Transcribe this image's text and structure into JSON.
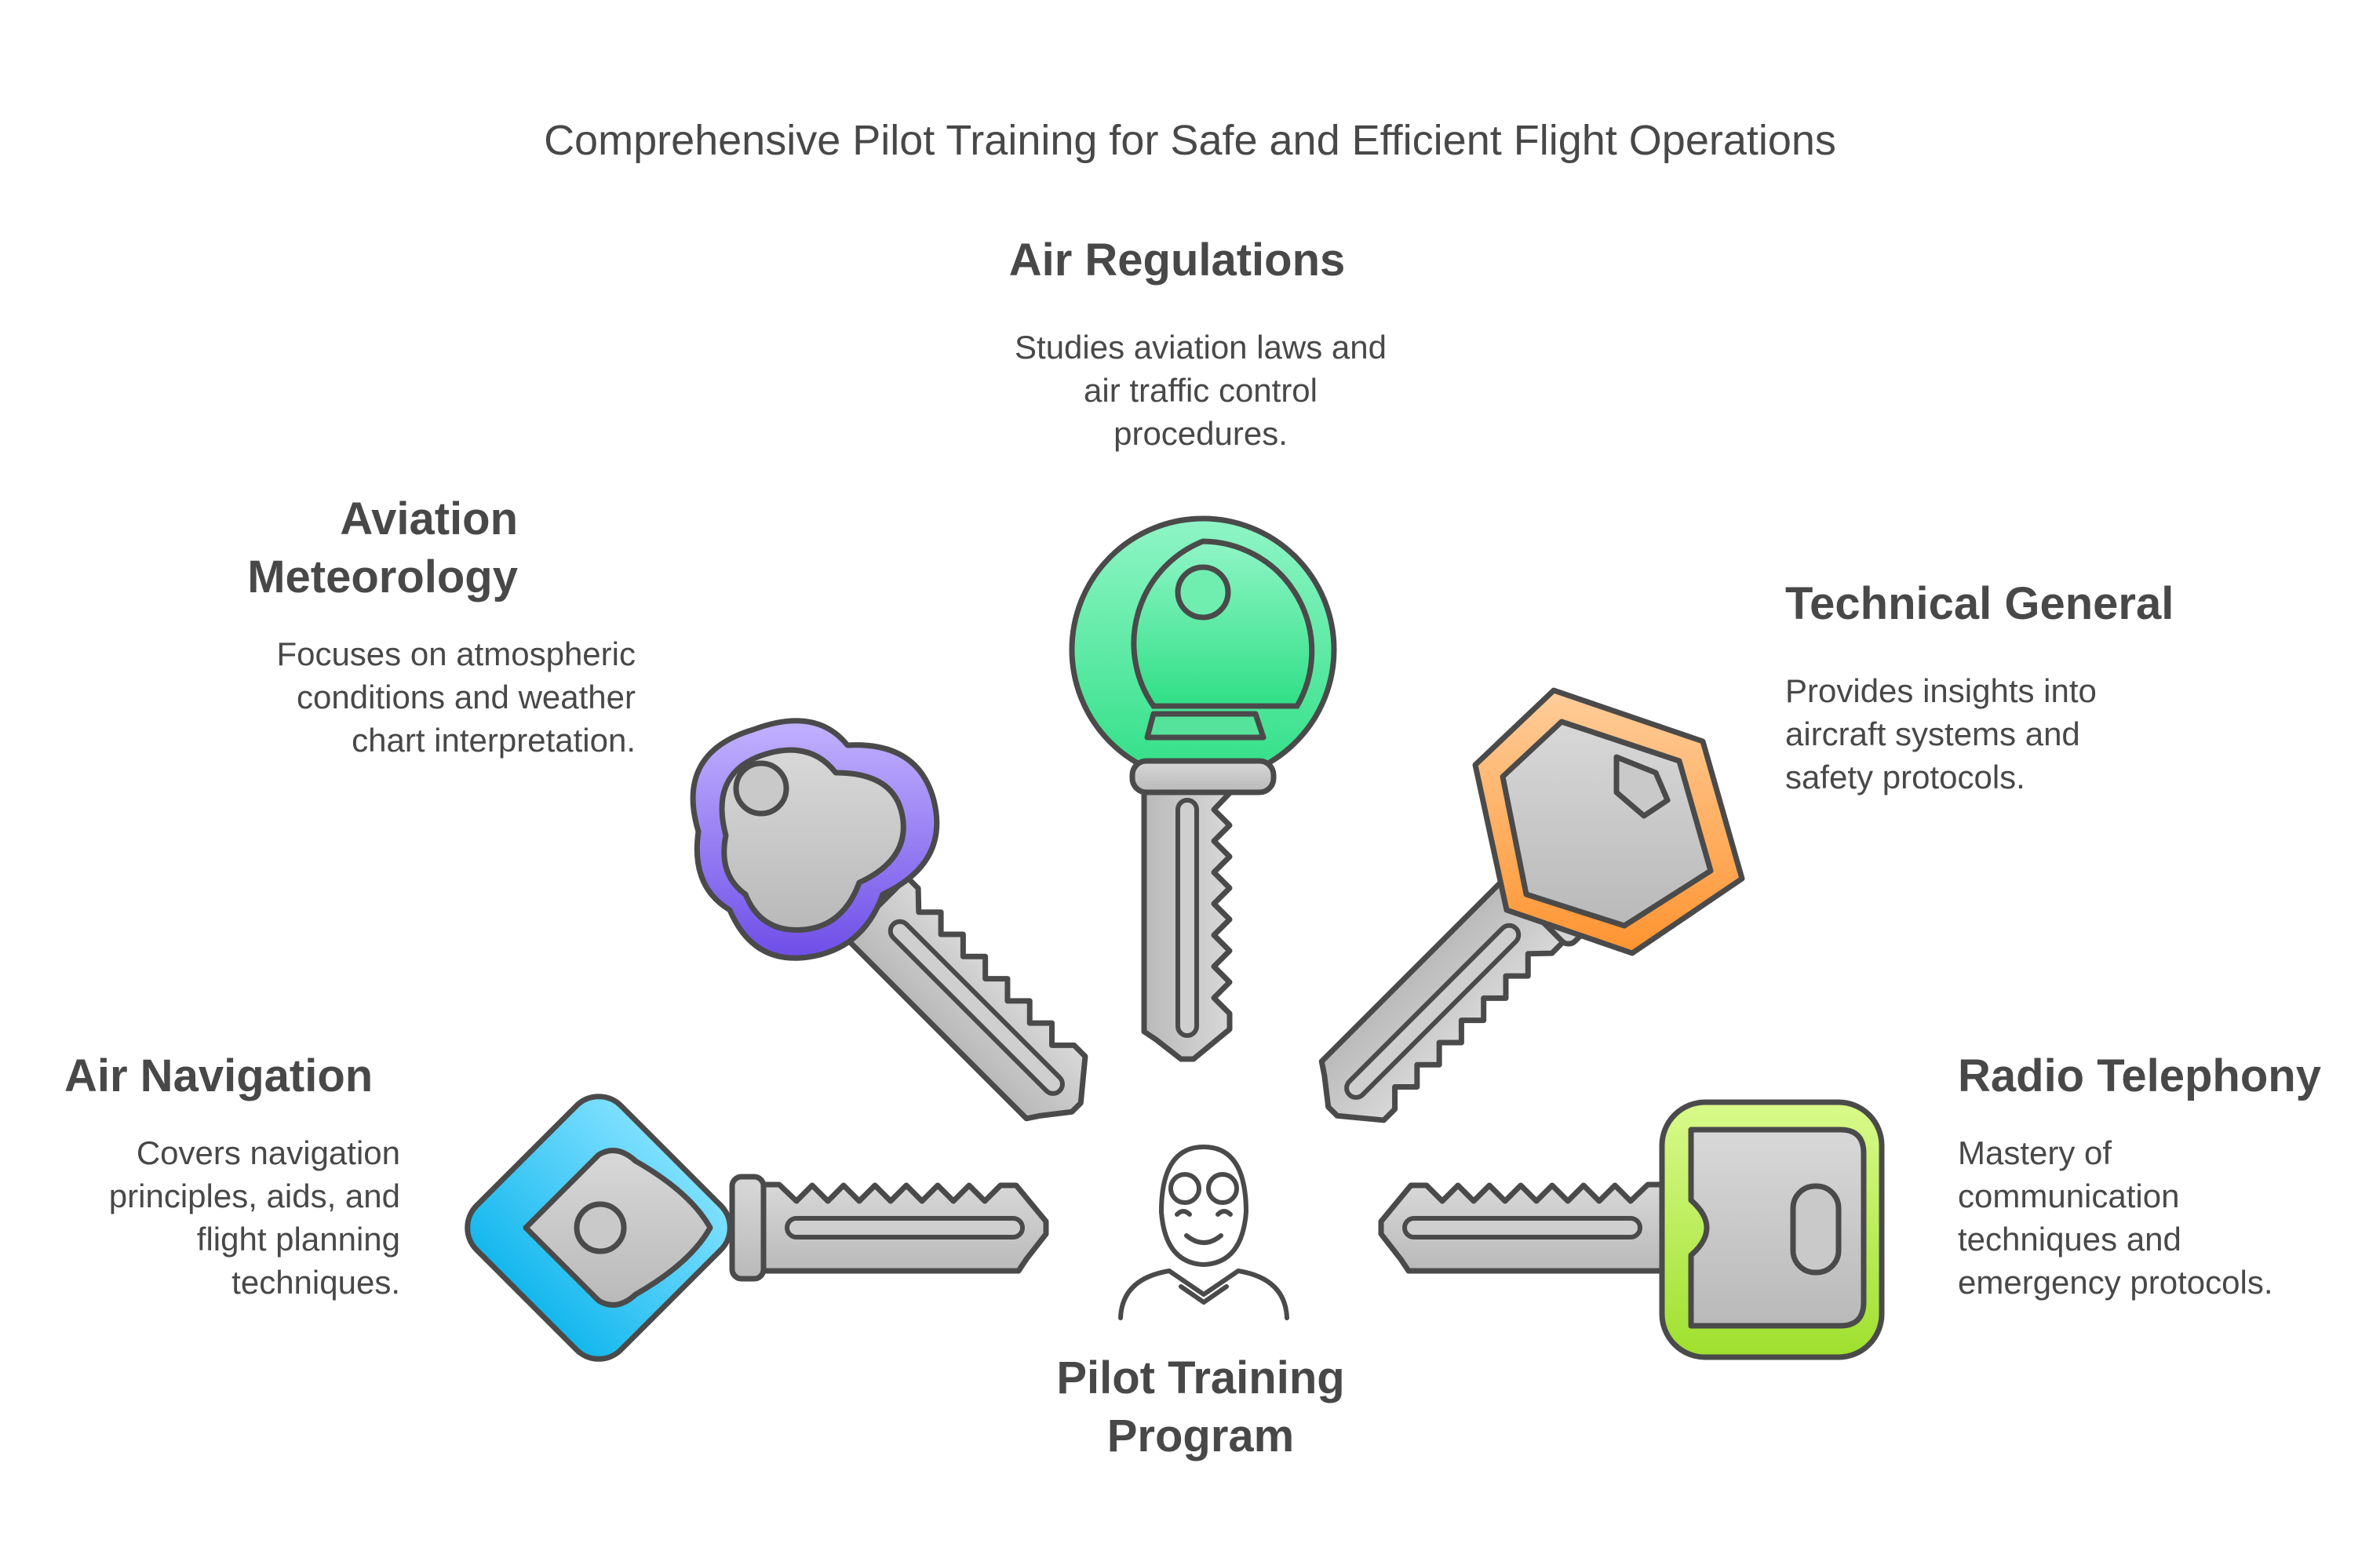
{
  "title": "Comprehensive Pilot Training for Safe and Efficient Flight Operations",
  "center": {
    "label": "Pilot Training Program",
    "icon": "pilot-icon"
  },
  "colors": {
    "outline": "#4a4a4a",
    "metal": "#c9c9c9",
    "air_navigation": "#27c1f0",
    "aviation_meteorology": "#8b6cf0",
    "air_regulations": "#4ee79a",
    "technical_general": "#ffa857",
    "radio_telephony": "#b5e84c"
  },
  "items": [
    {
      "id": "air_navigation",
      "title": "Air Navigation",
      "description": "Covers navigation principles, aids, and flight planning techniques.",
      "icon": "diamond-key-icon"
    },
    {
      "id": "aviation_meteorology",
      "title": "Aviation Meteorology",
      "description": "Focuses on atmospheric conditions and weather chart interpretation.",
      "icon": "clover-key-icon"
    },
    {
      "id": "air_regulations",
      "title": "Air Regulations",
      "description": "Studies aviation laws and air traffic control procedures.",
      "icon": "round-key-icon"
    },
    {
      "id": "technical_general",
      "title": "Technical General",
      "description": "Provides insights into aircraft systems and safety protocols.",
      "icon": "hexagon-key-icon"
    },
    {
      "id": "radio_telephony",
      "title": "Radio Telephony",
      "description": "Mastery of communication techniques and emergency protocols.",
      "icon": "rectangle-key-icon"
    }
  ]
}
